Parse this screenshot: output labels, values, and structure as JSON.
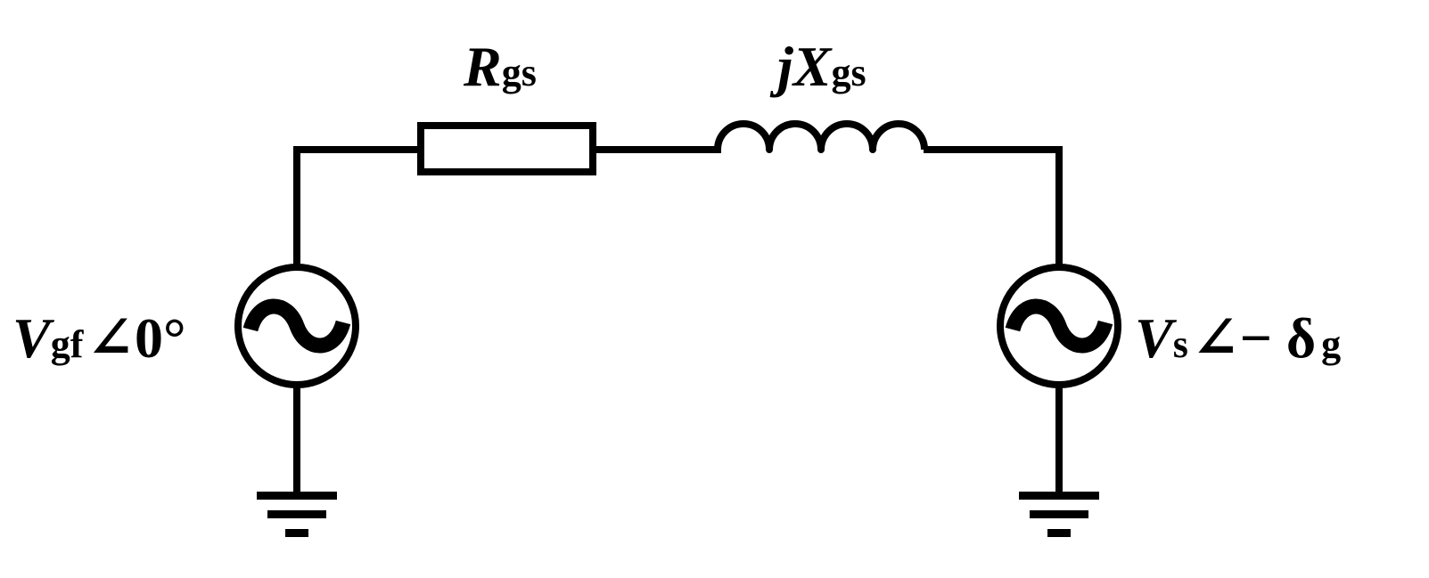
{
  "diagram": {
    "colors": {
      "stroke": "#000000",
      "background": "#ffffff"
    },
    "resistor": {
      "symbol": "R",
      "sub": "gs"
    },
    "inductor": {
      "symbol": "jX",
      "sub": "gs"
    },
    "source_left": {
      "symbol": "V",
      "sub": "gf",
      "angle": "∠0°"
    },
    "source_right": {
      "symbol": "V",
      "sub": "s",
      "angle": "∠− δ",
      "angle_sub": "g"
    },
    "icons": [
      "ac-source-icon",
      "ac-source-icon",
      "ground-icon",
      "ground-icon",
      "resistor-icon",
      "inductor-icon"
    ]
  }
}
